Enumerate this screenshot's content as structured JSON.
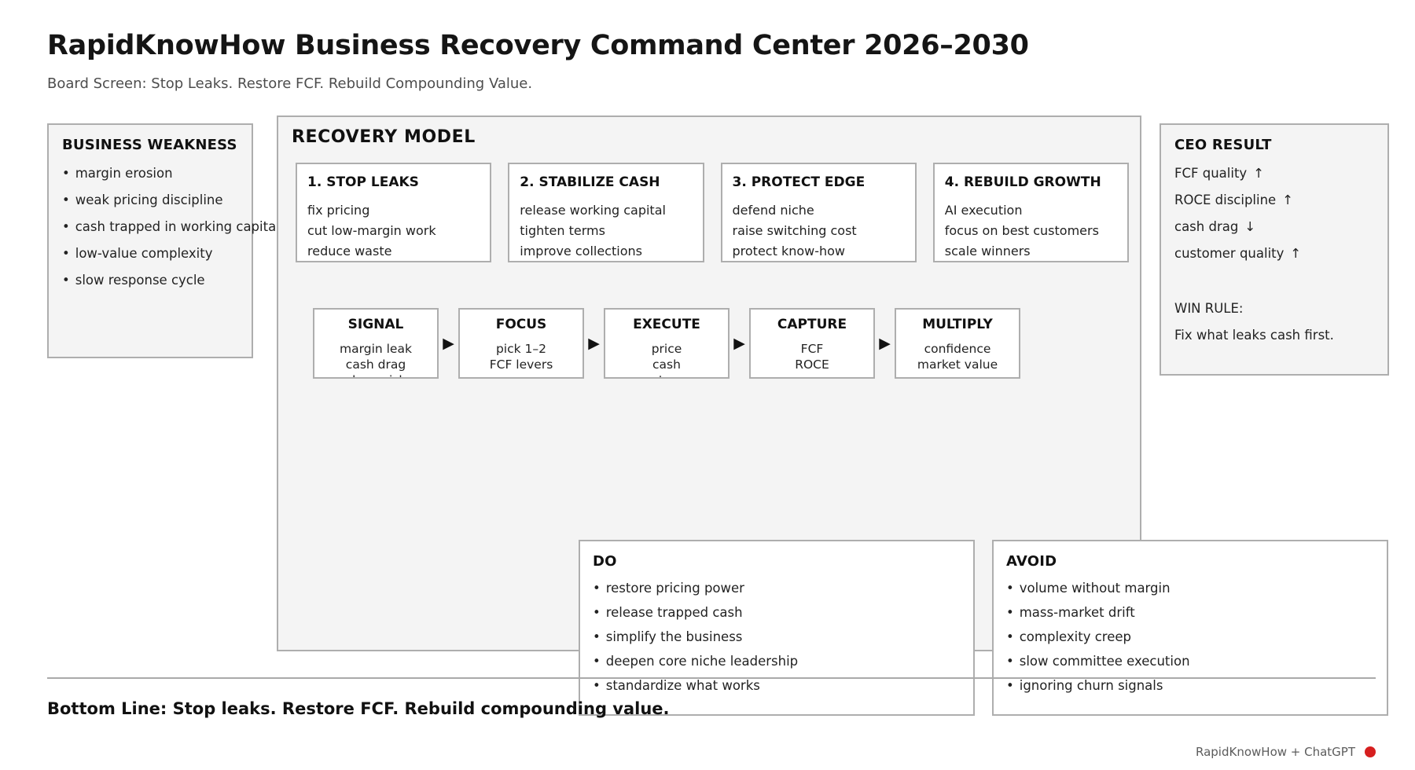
{
  "header": {
    "title": "RapidKnowHow Business Recovery Command Center 2026–2030",
    "subtitle": "Board Screen: Stop Leaks. Restore FCF. Rebuild Compounding Value."
  },
  "weakness": {
    "heading": "BUSINESS WEAKNESS",
    "items": [
      "margin erosion",
      "weak pricing discipline",
      "cash trapped in working capital",
      "low-value complexity",
      "slow response cycle"
    ]
  },
  "recovery": {
    "title": "RECOVERY MODEL",
    "pillars": [
      {
        "title": "1. STOP LEAKS",
        "lines": [
          "fix pricing",
          "cut low-margin work",
          "reduce waste"
        ]
      },
      {
        "title": "2. STABILIZE CASH",
        "lines": [
          "release working capital",
          "tighten terms",
          "improve collections"
        ]
      },
      {
        "title": "3. PROTECT EDGE",
        "lines": [
          "defend niche",
          "raise switching cost",
          "protect know-how"
        ]
      },
      {
        "title": "4. REBUILD GROWTH",
        "lines": [
          "AI execution",
          "focus on best customers",
          "scale winners"
        ]
      }
    ],
    "flow": {
      "arrow": "▶",
      "steps": [
        {
          "title": "SIGNAL",
          "lines": [
            "margin leak",
            "cash drag",
            "churn risk"
          ]
        },
        {
          "title": "FOCUS",
          "lines": [
            "pick 1–2",
            "FCF levers"
          ]
        },
        {
          "title": "EXECUTE",
          "lines": [
            "price",
            "cash",
            "customer"
          ]
        },
        {
          "title": "CAPTURE",
          "lines": [
            "FCF",
            "ROCE"
          ]
        },
        {
          "title": "MULTIPLY",
          "lines": [
            "confidence",
            "market value"
          ]
        }
      ]
    },
    "do": {
      "heading": "DO",
      "items": [
        "restore pricing power",
        "release trapped cash",
        "simplify the business",
        "deepen core niche leadership",
        "standardize what works"
      ]
    },
    "avoid": {
      "heading": "AVOID",
      "items": [
        "volume without margin",
        "mass-market drift",
        "complexity creep",
        "slow committee execution",
        "ignoring churn signals"
      ]
    }
  },
  "ceo": {
    "heading": "CEO RESULT",
    "metrics": [
      {
        "label": "FCF quality",
        "arrow": "↑"
      },
      {
        "label": "ROCE discipline",
        "arrow": "↑"
      },
      {
        "label": "cash drag",
        "arrow": "↓"
      },
      {
        "label": "customer quality",
        "arrow": "↑"
      }
    ],
    "win_rule_label": "WIN RULE:",
    "win_rule_text": "Fix what leaks cash first."
  },
  "footer": {
    "bottom_line": "Bottom Line: Stop leaks. Restore FCF. Rebuild compounding value.",
    "credit": "RapidKnowHow + ChatGPT",
    "credit_dot_color": "#d61f1f"
  },
  "colors": {
    "panel_fill": "#f4f4f4",
    "panel_border": "#aeaeae",
    "box_fill": "#ffffff",
    "text": "#222222",
    "heading": "#111111",
    "subtitle": "#4d4d4d"
  },
  "glyphs": {
    "bullet": "•"
  }
}
